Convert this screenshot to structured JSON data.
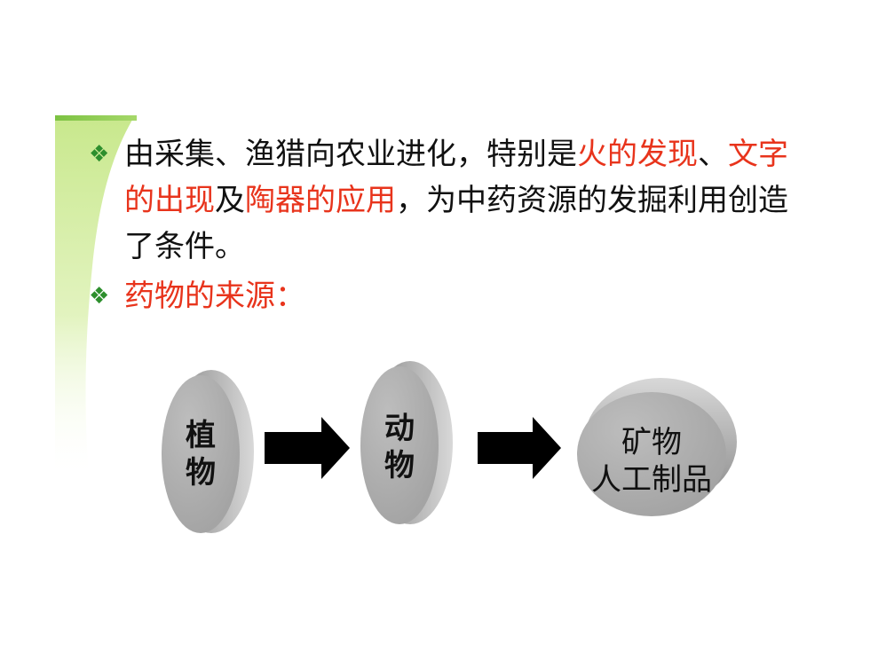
{
  "bullets": [
    {
      "marker": "❖",
      "segments": [
        {
          "text": "由采集、渔猎向农业进化，特别是",
          "color": "#111111"
        },
        {
          "text": "火的发现",
          "color": "#e8341c"
        },
        {
          "text": "、",
          "color": "#111111"
        },
        {
          "text": "文字的出现",
          "color": "#e8341c"
        },
        {
          "text": "及",
          "color": "#111111"
        },
        {
          "text": "陶器的应用",
          "color": "#e8341c"
        },
        {
          "text": "，为中药资源的发掘利用创造了条件。",
          "color": "#111111"
        }
      ]
    },
    {
      "marker": "❖",
      "segments": [
        {
          "text": "药物的来源：",
          "color": "#e8341c"
        }
      ]
    }
  ],
  "diagram": {
    "nodes": [
      {
        "line1": "植",
        "line2": "物"
      },
      {
        "line1": "动",
        "line2": "物"
      },
      {
        "line1": "矿物",
        "line2": "人工制品"
      }
    ],
    "arrow_icon": "right-arrow-icon"
  },
  "colors": {
    "accent_green": "#2d8f2d",
    "highlight_red": "#e8341c",
    "disk_gray": "#a6a6a6"
  }
}
